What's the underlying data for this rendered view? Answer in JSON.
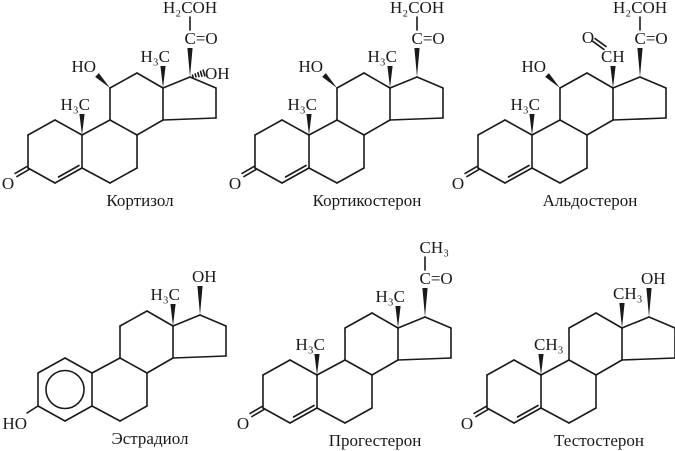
{
  "molecules": [
    {
      "name": "Кортизол",
      "c3": "O",
      "c10_methyl": "H₃C",
      "c11": "HO",
      "c13_methyl": "H₃C",
      "c20": "C=O",
      "c21": "H₂COH",
      "c17_alpha": "OH"
    },
    {
      "name": "Кортикостерон",
      "c3": "O",
      "c10_methyl": "H₃C",
      "c11": "HO",
      "c13_methyl": "H₃C",
      "c20": "C=O",
      "c21": "H₂COH"
    },
    {
      "name": "Альдостерон",
      "c3": "O",
      "c10_methyl": "H₃C",
      "c11": "HO",
      "c18": "CH",
      "c18_oxo": "O",
      "c20": "C=O",
      "c21": "H₂COH"
    },
    {
      "name": "Эстрадиол",
      "c3_hydroxy": "HO",
      "c13_methyl": "H₃C",
      "c17_oh": "OH",
      "aromatic_ring_a": true
    },
    {
      "name": "Прогестерон",
      "c3": "O",
      "c10_methyl": "H₃C",
      "c13_methyl": "H₃C",
      "c20": "C=O",
      "c21": "CH₃"
    },
    {
      "name": "Тестостерон",
      "c3": "O",
      "c10_methyl_right": "CH₃",
      "c13_methyl_right": "CH₃",
      "c17_oh": "OH"
    }
  ]
}
